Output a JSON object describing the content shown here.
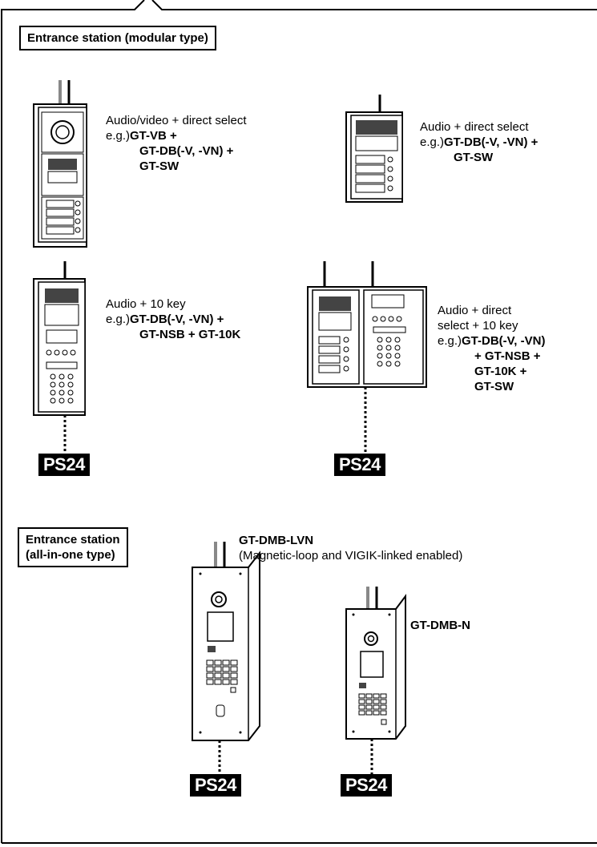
{
  "modular": {
    "title": "Entrance station (modular type)",
    "stations": [
      {
        "lines": [
          "Audio/video + direct select",
          "e.g.)",
          "GT-VB +",
          "GT-DB(-V, -VN) +",
          "GT-SW"
        ]
      },
      {
        "lines": [
          "Audio + direct select",
          "e.g.)",
          "GT-DB(-V, -VN) +",
          "GT-SW"
        ]
      },
      {
        "lines": [
          "Audio + 10 key",
          "e.g.)",
          "GT-DB(-V, -VN) +",
          "GT-NSB + GT-10K"
        ]
      },
      {
        "lines": [
          "Audio + direct",
          "select + 10 key",
          "e.g.)",
          "GT-DB(-V, -VN)",
          "+ GT-NSB +",
          "GT-10K +",
          "GT-SW"
        ]
      }
    ]
  },
  "allinone": {
    "title_line1": "Entrance station",
    "title_line2": "(all-in-one type)",
    "station1_model": "GT-DMB-LVN",
    "station1_note": "(Magnetic-loop and VIGIK-linked enabled)",
    "station2_model": "GT-DMB-N"
  },
  "power": {
    "label": "PS24"
  }
}
